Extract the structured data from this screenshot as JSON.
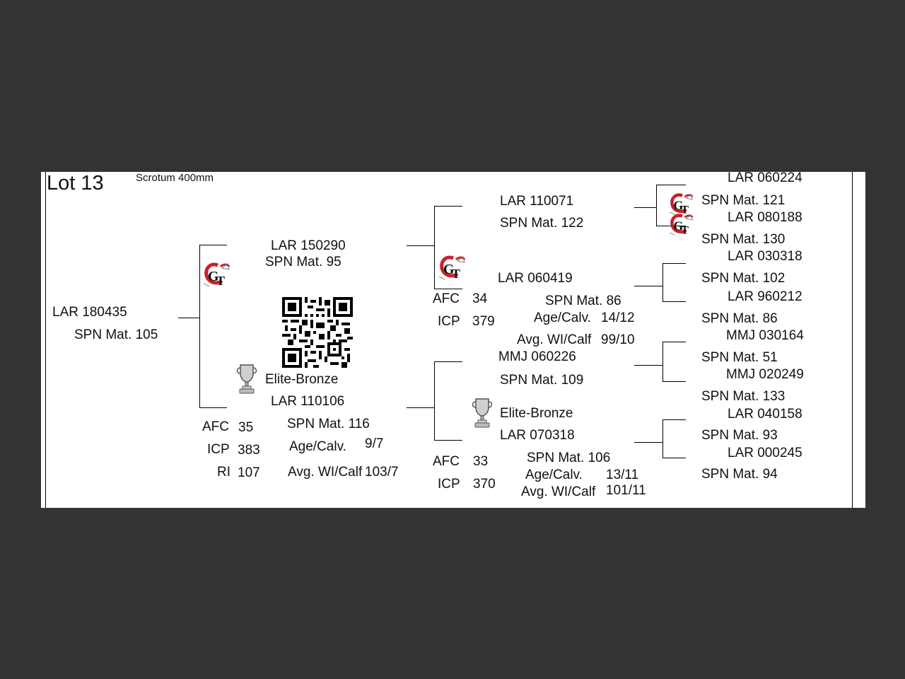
{
  "lot": {
    "title": "Lot 13",
    "scrotum": "Scrotum 400mm"
  },
  "subject": {
    "id": "LAR 180435",
    "spn": "SPN Mat. 105"
  },
  "sire": {
    "id": "LAR 150290",
    "spn": "SPN Mat. 95",
    "sire": {
      "id": "LAR 110071",
      "spn": "SPN Mat. 122",
      "sire": {
        "id": "LAR 060224",
        "spn": "SPN Mat. 121"
      },
      "dam": {
        "id": "LAR 080188",
        "spn": "SPN Mat. 130"
      }
    },
    "dam": {
      "id": "LAR 060419",
      "spn": "SPN Mat. 86",
      "afc_label": "AFC",
      "afc": "34",
      "icp_label": "ICP",
      "icp": "379",
      "age_label": "Age/Calv.",
      "age": "14/12",
      "wi_label": "Avg. WI/Calf",
      "wi": "99/10",
      "sire": {
        "id": "LAR 030318",
        "spn": "SPN Mat. 102"
      },
      "dam": {
        "id": "LAR 960212",
        "spn": "SPN Mat. 86"
      }
    }
  },
  "dam": {
    "award": "Elite-Bronze",
    "id": "LAR 110106",
    "spn": "SPN Mat. 116",
    "afc_label": "AFC",
    "afc": "35",
    "icp_label": "ICP",
    "icp": "383",
    "ri_label": "RI",
    "ri": "107",
    "age_label": "Age/Calv.",
    "age": "9/7",
    "wi_label": "Avg. WI/Calf",
    "wi": "103/7",
    "sire": {
      "id": "MMJ 060226",
      "spn": "SPN Mat. 109",
      "sire": {
        "id": "MMJ 030164",
        "spn": "SPN Mat. 51"
      },
      "dam": {
        "id": "MMJ 020249",
        "spn": "SPN Mat. 133"
      }
    },
    "dam": {
      "award": "Elite-Bronze",
      "id": "LAR 070318",
      "spn": "SPN Mat. 106",
      "afc_label": "AFC",
      "afc": "33",
      "icp_label": "ICP",
      "icp": "370",
      "age_label": "Age/Calv.",
      "age": "13/11",
      "wi_label": "Avg. WI/Calf",
      "wi": "101/11",
      "sire": {
        "id": "LAR 040158",
        "spn": "SPN Mat. 93"
      },
      "dam": {
        "id": "LAR 000245",
        "spn": "SPN Mat. 94"
      }
    }
  },
  "icons": {
    "gt_logo": "gt-logo",
    "trophy": "trophy-icon",
    "qr": "qr-code"
  }
}
